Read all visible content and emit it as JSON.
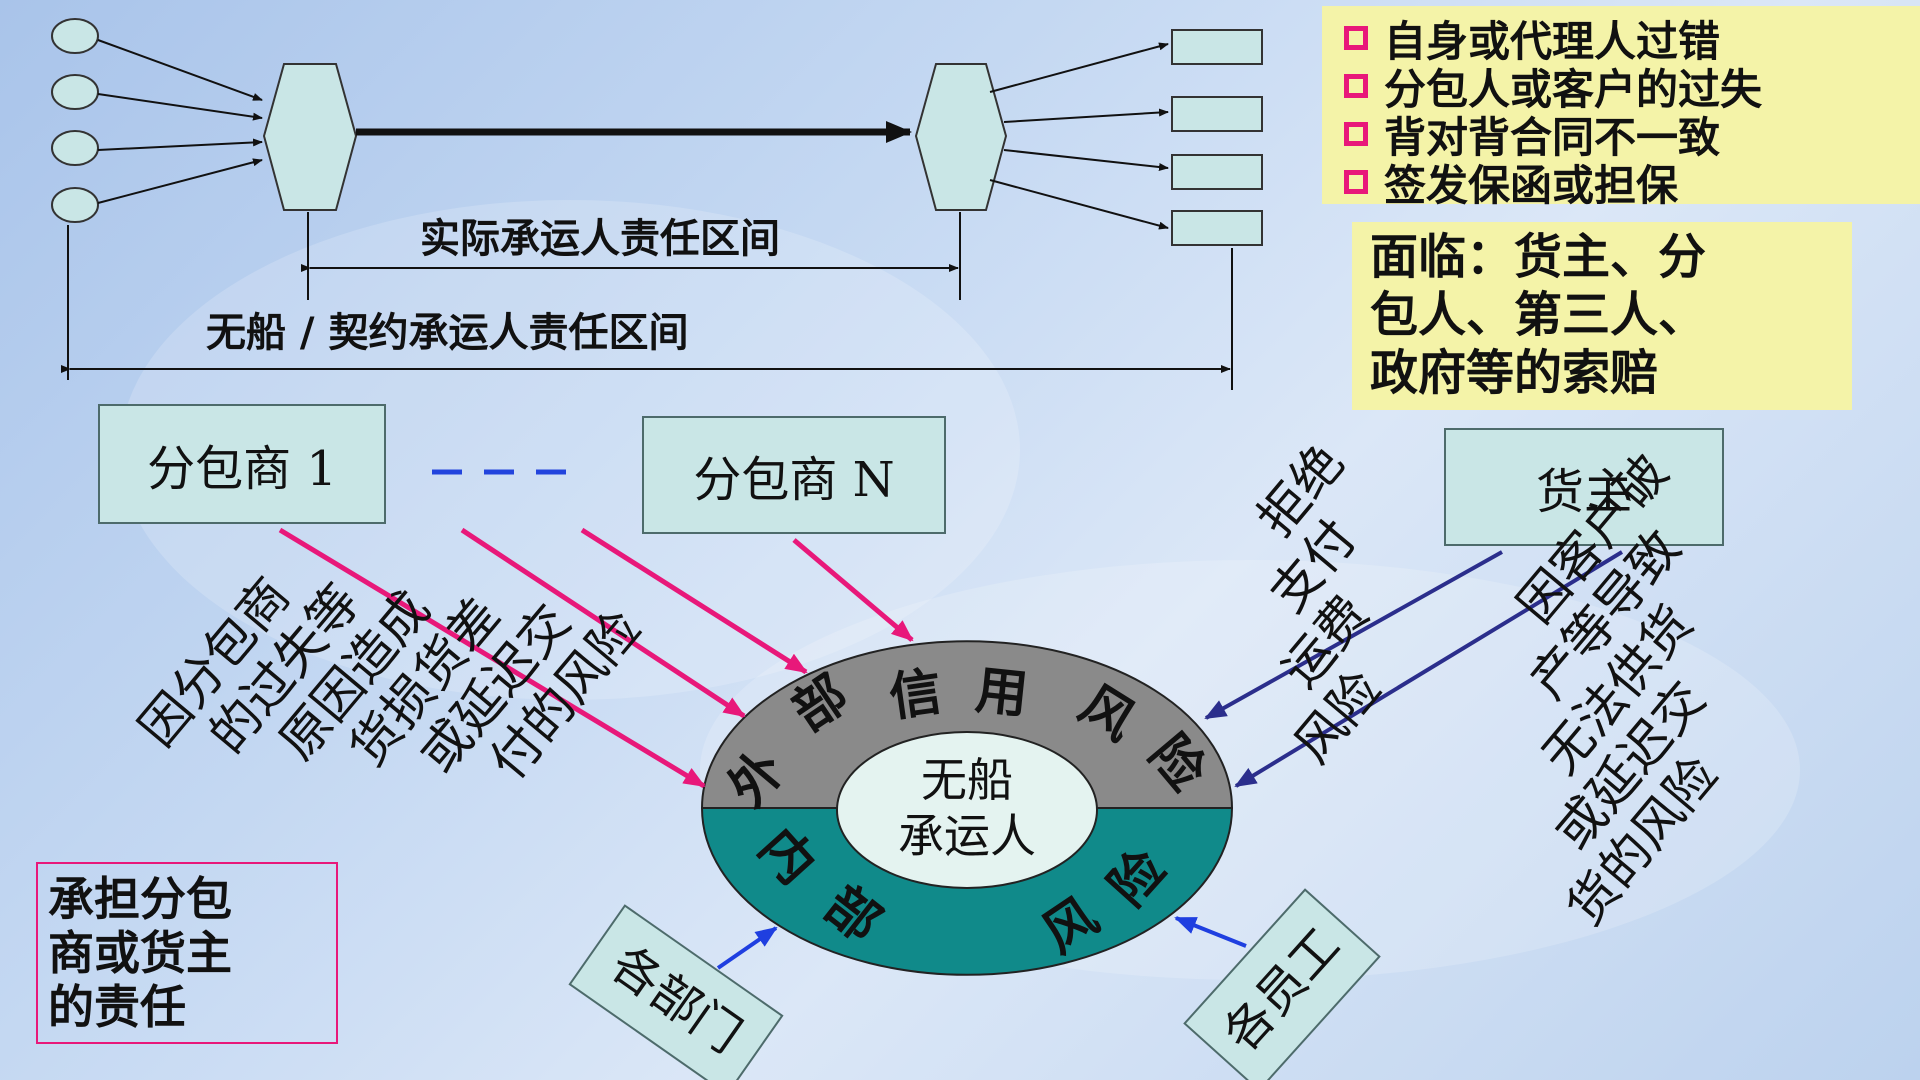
{
  "top": {
    "actual_carrier": "实际承运人责任区间",
    "nvocc_contract": "无船 / 契约承运人责任区间"
  },
  "risk_list": [
    "自身或代理人过错",
    "分包人或客户的过失",
    "背对背合同不一致",
    "签发保函或担保"
  ],
  "claims": [
    "面临：货主、分",
    "包人、第三人、",
    "政府等的索赔"
  ],
  "boxes": {
    "sub1": "分包商 1",
    "subN": "分包商 N",
    "owner": "货主"
  },
  "ring": {
    "center_line1": "无船",
    "center_line2": "承运人",
    "external": [
      "外",
      "部",
      "信",
      "用",
      "风",
      "险"
    ],
    "internal": [
      "内",
      "部",
      "风",
      "险"
    ]
  },
  "rotated": {
    "sub_risk": [
      "因分包商",
      "的过失等",
      "原因造成",
      "货损货差",
      "或延迟交",
      "付的风险"
    ],
    "refuse": [
      "拒绝",
      "支付",
      "运费",
      "风险"
    ],
    "client_risk": [
      "因客户破",
      "产等导致",
      "无法供货",
      "或延迟交",
      "货的风险"
    ]
  },
  "tilted_boxes": {
    "dept": "各部门",
    "staff": "各员工"
  },
  "bear": [
    "承担分包",
    "商或货主",
    "的责任"
  ],
  "colors": {
    "pink_arrow": "#e8187a",
    "navy_arrow": "#2b2e8c",
    "blue_arrow": "#1f3fe0",
    "ring_gray": "#8a8a8a",
    "ring_teal": "#108a8a",
    "box_fill": "#c9e6e6",
    "yellow": "#f4f3a8"
  }
}
